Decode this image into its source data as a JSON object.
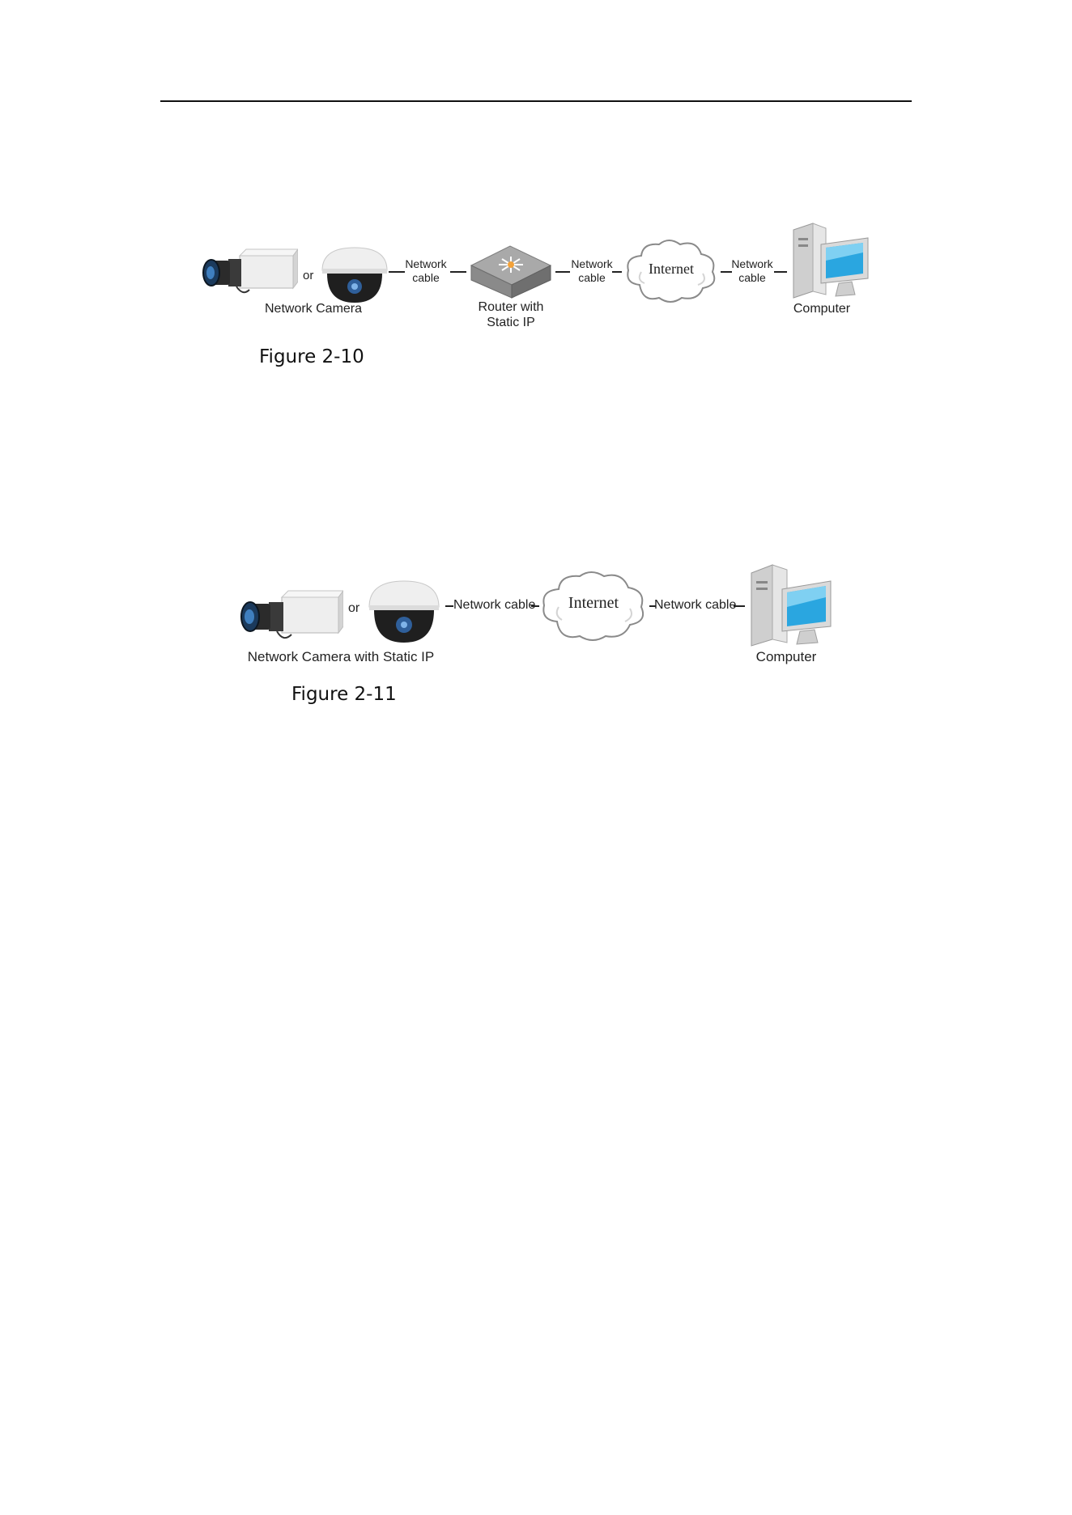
{
  "figure_10": {
    "camera_label": "Network Camera",
    "or": "or",
    "cable_1": [
      "Network",
      "cable"
    ],
    "router_label": [
      "Router with",
      "Static IP"
    ],
    "cable_2": [
      "Network",
      "cable"
    ],
    "internet": "Internet",
    "cable_3": [
      "Network",
      "cable"
    ],
    "computer_label": "Computer",
    "caption": "Figure 2-10"
  },
  "figure_11": {
    "camera_label": "Network Camera with Static IP",
    "or": "or",
    "cable_1": "Network cable",
    "internet": "Internet",
    "cable_2": "Network cable",
    "computer_label": "Computer",
    "caption": "Figure 2-11"
  }
}
